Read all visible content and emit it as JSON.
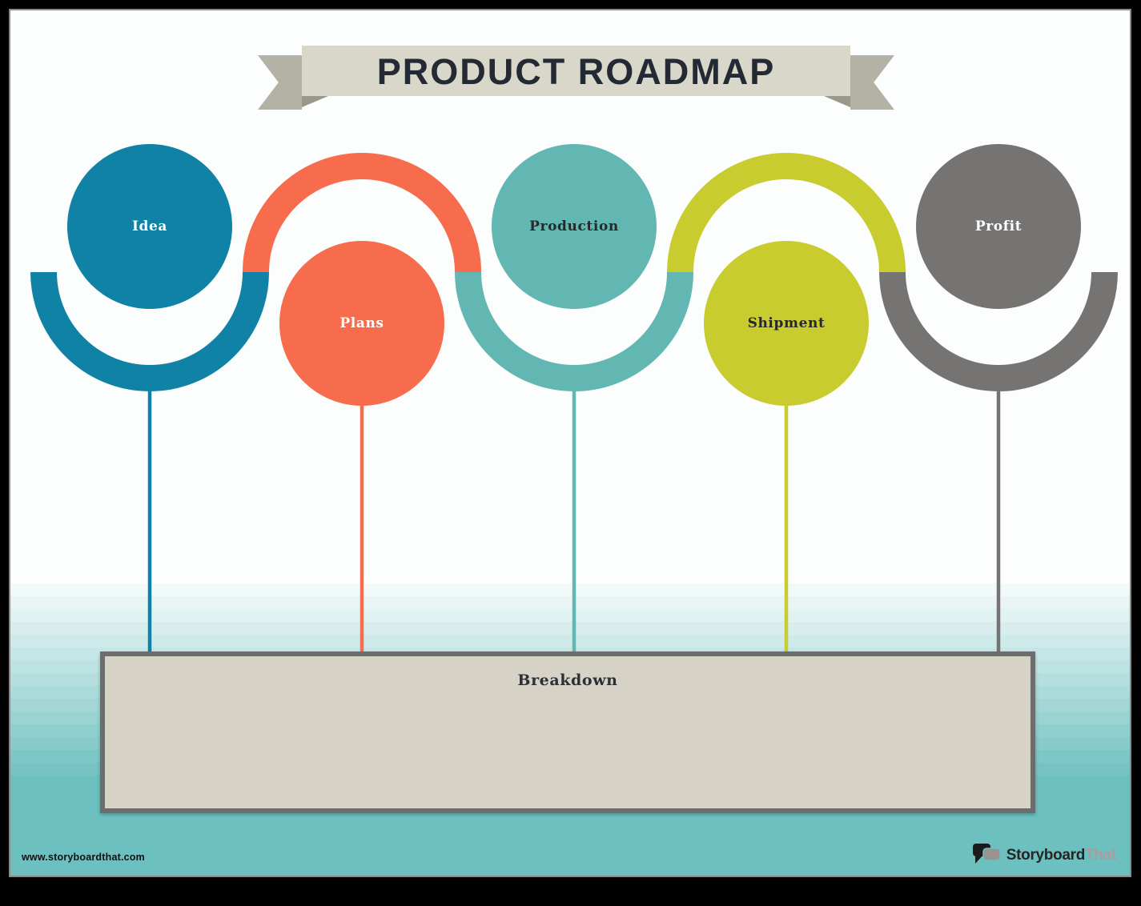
{
  "banner": {
    "title": "PRODUCT ROADMAP"
  },
  "stages": [
    {
      "label": "Idea",
      "color": "#1082a5",
      "text_color": "#ffffff",
      "position": "top"
    },
    {
      "label": "Plans",
      "color": "#f76c4d",
      "text_color": "#ffffff",
      "position": "bottom"
    },
    {
      "label": "Production",
      "color": "#62b7b2",
      "text_color": "#27292b",
      "position": "top"
    },
    {
      "label": "Shipment",
      "color": "#c8cc2e",
      "text_color": "#27292b",
      "position": "bottom"
    },
    {
      "label": "Profit",
      "color": "#767472",
      "text_color": "#ffffff",
      "position": "top"
    }
  ],
  "breakdown": {
    "label": "Breakdown"
  },
  "footer": {
    "url": "www.storyboardthat.com",
    "logo": {
      "part1": "Storyboard",
      "part2": "That"
    }
  },
  "theme": {
    "banner_fill": "#d9d6ca",
    "banner_tail": "#b4b2a5",
    "banner_fold": "#9a9889",
    "title_color": "#242a33",
    "box_fill": "#d6d3c6",
    "box_border": "#6d6d6d",
    "background_top": "#fcfdfd",
    "background_bottom": "#6cc0bf",
    "frame_color": "#000000"
  }
}
